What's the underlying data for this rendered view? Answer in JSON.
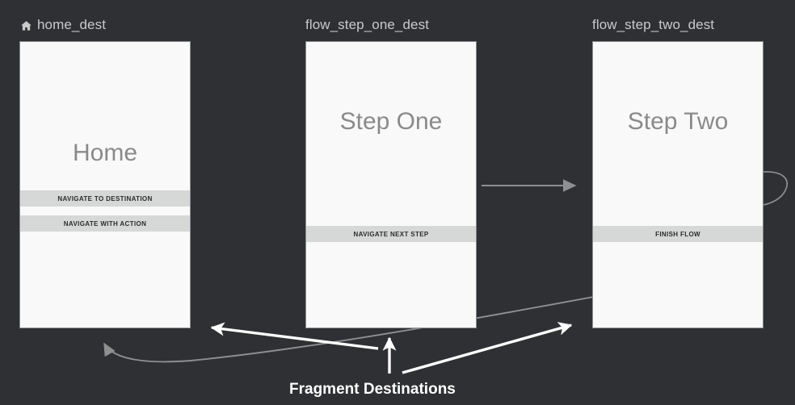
{
  "canvas": {
    "background": "#2f3033",
    "card_bg": "#f9f9f9",
    "card_border": "#8b8c8e",
    "label_color": "#c9cacb",
    "edge_color": "#8e8f91",
    "annotation_color": "#ffffff",
    "button_bg": "#d6d7d7",
    "screen_title_color": "#8a8a8a"
  },
  "destinations": [
    {
      "id": "home_dest",
      "label": "home_dest",
      "icon": "home-icon",
      "is_start": true,
      "screen_title": "Home",
      "buttons": [
        {
          "label": "NAVIGATE TO DESTINATION"
        },
        {
          "label": "NAVIGATE WITH ACTION"
        }
      ]
    },
    {
      "id": "flow_step_one_dest",
      "label": "flow_step_one_dest",
      "icon": null,
      "is_start": false,
      "screen_title": "Step One",
      "buttons": [
        {
          "label": "NAVIGATE NEXT STEP"
        }
      ]
    },
    {
      "id": "flow_step_two_dest",
      "label": "flow_step_two_dest",
      "icon": null,
      "is_start": false,
      "screen_title": "Step Two",
      "buttons": [
        {
          "label": "FINISH FLOW"
        }
      ]
    }
  ],
  "annotation": {
    "caption": "Fragment Destinations",
    "pointer_count": 3
  }
}
